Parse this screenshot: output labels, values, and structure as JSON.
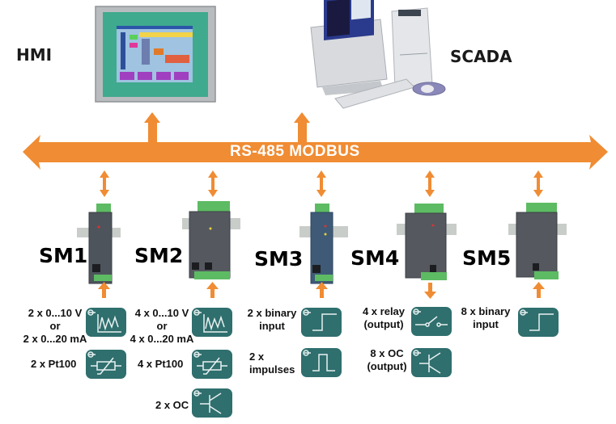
{
  "diagram": {
    "bus": {
      "label": "RS-485 MODBUS",
      "color": "#f08c33"
    },
    "top_nodes": [
      {
        "id": "hmi",
        "label": "HMI"
      },
      {
        "id": "scada",
        "label": "SCADA"
      }
    ],
    "modules": [
      {
        "id": "SM1",
        "label": "SM1",
        "io_direction": "input",
        "io": [
          {
            "text_lines": [
              "2 x 0...10 V",
              "or",
              "2 x 0...20 mA"
            ],
            "icon": "analog-signal-icon"
          },
          {
            "text_lines": [
              "2 x Pt100"
            ],
            "icon": "thermistor-icon"
          }
        ]
      },
      {
        "id": "SM2",
        "label": "SM2",
        "io_direction": "input",
        "io": [
          {
            "text_lines": [
              "4 x 0...10 V",
              "or",
              "4 x 0...20 mA"
            ],
            "icon": "analog-signal-icon"
          },
          {
            "text_lines": [
              "4 x Pt100"
            ],
            "icon": "thermistor-icon"
          },
          {
            "text_lines": [
              "2 x OC"
            ],
            "icon": "transistor-icon"
          }
        ]
      },
      {
        "id": "SM3",
        "label": "SM3",
        "io_direction": "input",
        "io": [
          {
            "text_lines": [
              "2 x binary",
              "input"
            ],
            "icon": "binary-step-icon"
          },
          {
            "text_lines": [
              "2 x",
              "impulses"
            ],
            "icon": "pulse-icon"
          }
        ]
      },
      {
        "id": "SM4",
        "label": "SM4",
        "io_direction": "output",
        "io": [
          {
            "text_lines": [
              "4 x relay",
              "(output)"
            ],
            "icon": "relay-switch-icon"
          },
          {
            "text_lines": [
              "8 x OC",
              "(output)"
            ],
            "icon": "transistor-icon"
          }
        ]
      },
      {
        "id": "SM5",
        "label": "SM5",
        "io_direction": "input",
        "io": [
          {
            "text_lines": [
              "8 x binary",
              "input"
            ],
            "icon": "binary-step-icon"
          }
        ]
      }
    ],
    "colors": {
      "arrow": "#f08c33",
      "icon_bg": "#2f6f6e",
      "icon_fg": "#e8f1f1",
      "device_body": "#5b6068",
      "device_terminal": "#5dbb63"
    }
  }
}
